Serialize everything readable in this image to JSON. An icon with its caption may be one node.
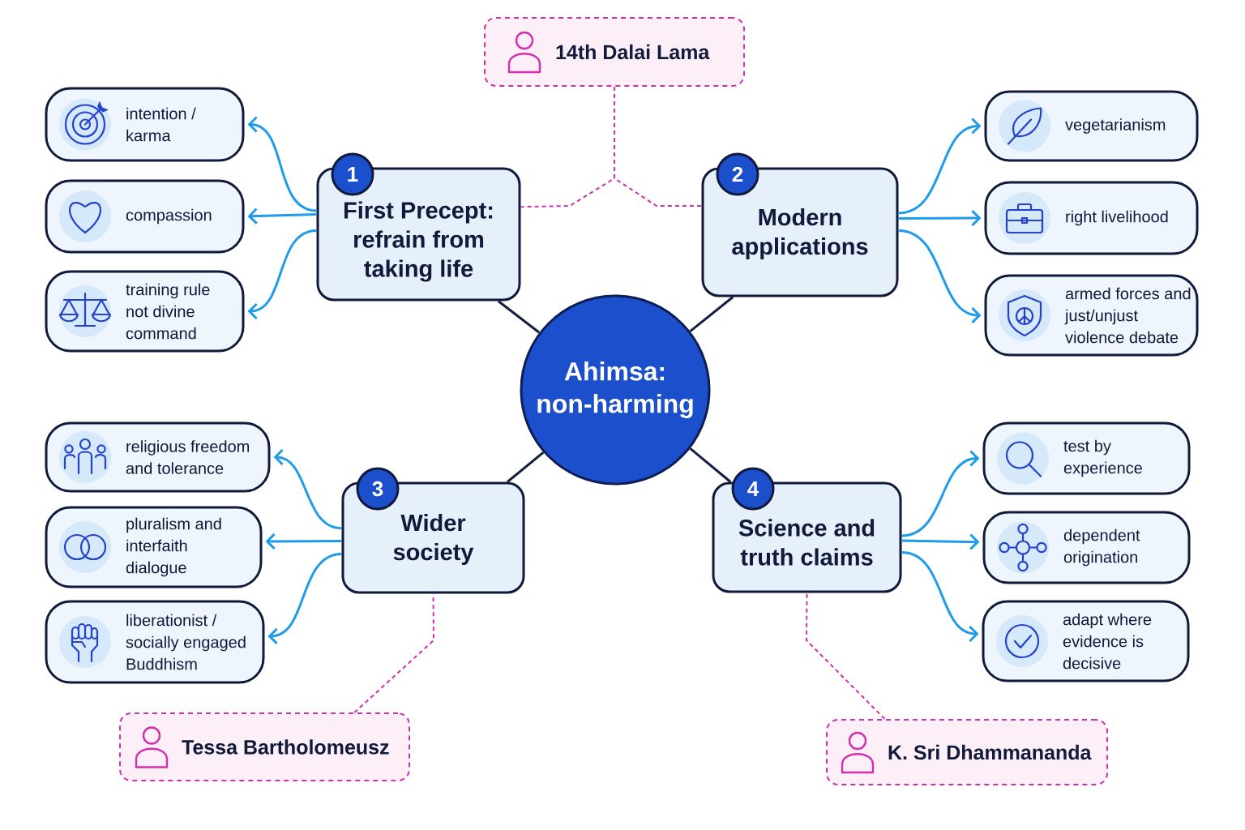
{
  "diagram": {
    "nodes": [
      {
        "text": [
          "Ahimsa: non-harming"
        ]
      },
      {
        "text": [
          "1",
          "First Precept: refrain from taking life"
        ]
      },
      {
        "text": [
          "2",
          "Modern applications"
        ]
      },
      {
        "text": [
          "3",
          "Wider society"
        ]
      },
      {
        "text": [
          "4",
          "Science and truth claims"
        ]
      },
      {
        "text": [
          "intention / karma"
        ]
      },
      {
        "text": [
          "compassion"
        ]
      },
      {
        "text": [
          "training rule not divine command"
        ]
      },
      {
        "text": [
          "vegetarianism"
        ]
      },
      {
        "text": [
          "right livelihood"
        ]
      },
      {
        "text": [
          "armed forces and just/unjust violence debate"
        ]
      },
      {
        "text": [
          "religious freedom and tolerance"
        ]
      },
      {
        "text": [
          "pluralism and interfaith dialogue"
        ]
      },
      {
        "text": [
          "liberationist / socially engaged Buddhism"
        ]
      },
      {
        "text": [
          "test by experience"
        ]
      },
      {
        "text": [
          "dependent origination"
        ]
      },
      {
        "text": [
          "adapt where evidence is decisive"
        ]
      },
      {
        "text": [
          "14th Dalai Lama"
        ]
      },
      {
        "text": [
          "Tessa Bartholomeusz"
        ]
      },
      {
        "text": [
          "K. Sri Dhammananda"
        ]
      }
    ],
    "edges": [
      {
        "from": 0,
        "to": 1,
        "arrow": "none",
        "color": "#14203f"
      },
      {
        "from": 0,
        "to": 2,
        "arrow": "none",
        "color": "#14203f"
      },
      {
        "from": 0,
        "to": 3,
        "arrow": "none",
        "color": "#14203f"
      },
      {
        "from": 0,
        "to": 4,
        "arrow": "none",
        "color": "#14203f"
      },
      {
        "from": 1,
        "to": 5,
        "arrow": "to"
      },
      {
        "from": 1,
        "to": 6,
        "arrow": "to"
      },
      {
        "from": 1,
        "to": 7,
        "arrow": "to"
      },
      {
        "from": 2,
        "to": 8,
        "arrow": "to"
      },
      {
        "from": 2,
        "to": 9,
        "arrow": "to"
      },
      {
        "from": 2,
        "to": 10,
        "arrow": "to"
      },
      {
        "from": 3,
        "to": 11,
        "arrow": "to"
      },
      {
        "from": 3,
        "to": 12,
        "arrow": "to"
      },
      {
        "from": 3,
        "to": 13,
        "arrow": "to"
      },
      {
        "from": 4,
        "to": 14,
        "arrow": "to"
      },
      {
        "from": 4,
        "to": 15,
        "arrow": "to"
      },
      {
        "from": 4,
        "to": 16,
        "arrow": "to"
      },
      {
        "from": 17,
        "to": 1,
        "arrow": "none",
        "style": "dashed",
        "color": "#d12fae"
      },
      {
        "from": 17,
        "to": 2,
        "arrow": "none",
        "style": "dashed",
        "color": "#d12fae"
      },
      {
        "from": 18,
        "to": 3,
        "arrow": "none",
        "style": "dashed",
        "color": "#d12fae"
      },
      {
        "from": 19,
        "to": 4,
        "arrow": "none",
        "style": "dashed",
        "color": "#d12fae"
      }
    ]
  }
}
